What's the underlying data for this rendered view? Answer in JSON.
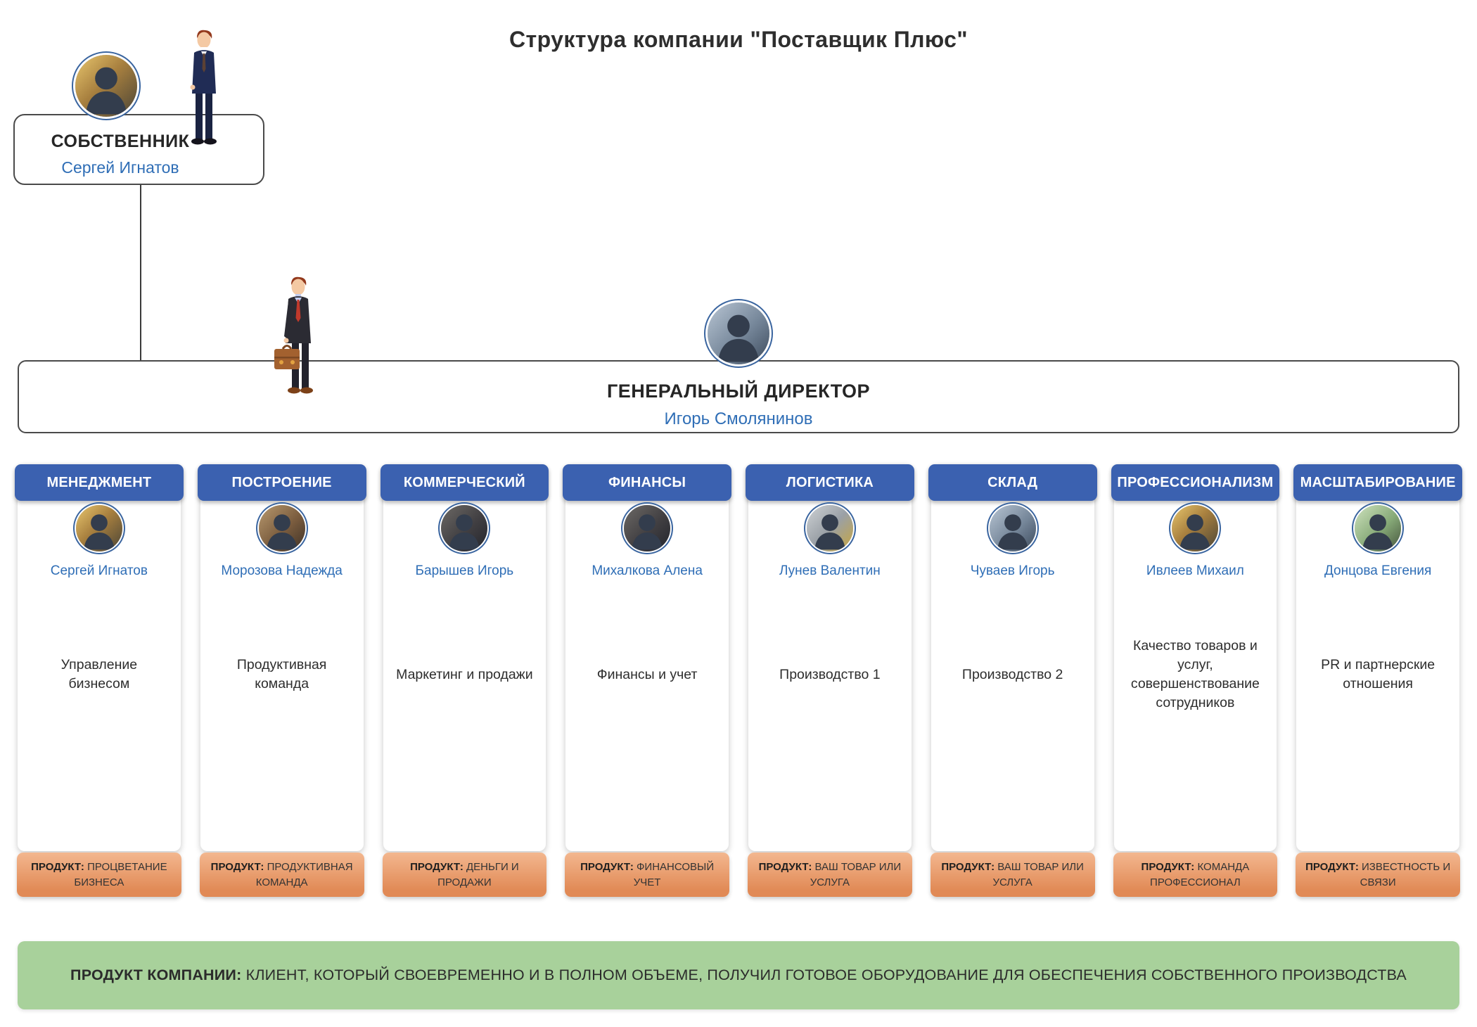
{
  "title": "Структура компании \"Поставщик Плюс\"",
  "owner": {
    "role": "СОБСТВЕННИК",
    "name": "Сергей Игнатов"
  },
  "director": {
    "role": "ГЕНЕРАЛЬНЫЙ ДИРЕКТОР",
    "name": "Игорь Смолянинов"
  },
  "departments": [
    {
      "header": "МЕНЕДЖМЕНТ",
      "person": "Сергей Игнатов",
      "description": "Управление бизнесом",
      "product_label": "ПРОДУКТ:",
      "product": "ПРОЦВЕТАНИЕ БИЗНЕСА"
    },
    {
      "header": "ПОСТРОЕНИЕ",
      "person": "Морозова Надежда",
      "description": "Продуктивная команда",
      "product_label": "ПРОДУКТ:",
      "product": "ПРОДУКТИВНАЯ КОМАНДА"
    },
    {
      "header": "КОММЕРЧЕСКИЙ",
      "person": "Барышев Игорь",
      "description": "Маркетинг и продажи",
      "product_label": "ПРОДУКТ:",
      "product": "ДЕНЬГИ И ПРОДАЖИ"
    },
    {
      "header": "ФИНАНСЫ",
      "person": "Михалкова Алена",
      "description": "Финансы и учет",
      "product_label": "ПРОДУКТ:",
      "product": "ФИНАНСОВЫЙ УЧЕТ"
    },
    {
      "header": "ЛОГИСТИКА",
      "person": "Лунев Валентин",
      "description": "Производство 1",
      "product_label": "ПРОДУКТ:",
      "product": "ВАШ ТОВАР ИЛИ УСЛУГА"
    },
    {
      "header": "СКЛАД",
      "person": "Чуваев Игорь",
      "description": "Производство 2",
      "product_label": "ПРОДУКТ:",
      "product": "ВАШ ТОВАР ИЛИ УСЛУГА"
    },
    {
      "header": "ПРОФЕССИОНАЛИЗМ",
      "person": "Ивлеев Михаил",
      "description": "Качество товаров и услуг, совершенствование сотрудников",
      "product_label": "ПРОДУКТ:",
      "product": "КОМАНДА ПРОФЕССИОНАЛ"
    },
    {
      "header": "МАСШТАБИРОВАНИЕ",
      "person": "Донцова Евгения",
      "description": "PR и партнерские отношения",
      "product_label": "ПРОДУКТ:",
      "product": "ИЗВЕСТНОСТЬ И СВЯЗИ"
    }
  ],
  "company_product": {
    "label": "ПРОДУКТ КОМПАНИИ:",
    "text": "КЛИЕНТ, КОТОРЫЙ СВОЕВРЕМЕННО И В ПОЛНОМ ОБЪЕМЕ, ПОЛУЧИЛ ГОТОВОЕ ОБОРУДОВАНИЕ ДЛЯ ОБЕСПЕЧЕНИЯ СОБСТВЕННОГО ПРОИЗВОДСТВА"
  },
  "colors": {
    "header_blue": "#3b61b0",
    "name_blue": "#2f6eb6",
    "product_orange": "#e18a56",
    "company_green": "#a8d19b"
  }
}
